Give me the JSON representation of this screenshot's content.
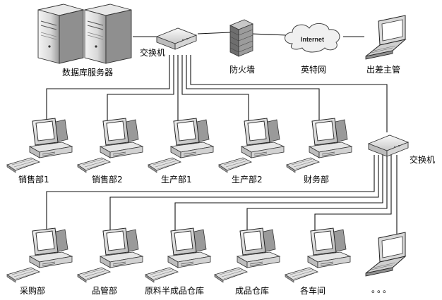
{
  "labels": {
    "db_server": "数据库服务器",
    "switch_top": "交换机",
    "firewall": "防火墙",
    "internet_node": "英特网",
    "travel_manager": "出差主管",
    "internet_cloud_text": "Internet",
    "switch_right": "交换机",
    "sales1": "销售部1",
    "sales2": "销售部2",
    "production1": "生产部1",
    "production2": "生产部2",
    "finance": "财务部",
    "purchasing": "采购部",
    "quality": "品管部",
    "warehouse_raw": "原料半成品仓库",
    "warehouse_product": "成品仓库",
    "workshops": "各车间",
    "more": "。。。"
  }
}
